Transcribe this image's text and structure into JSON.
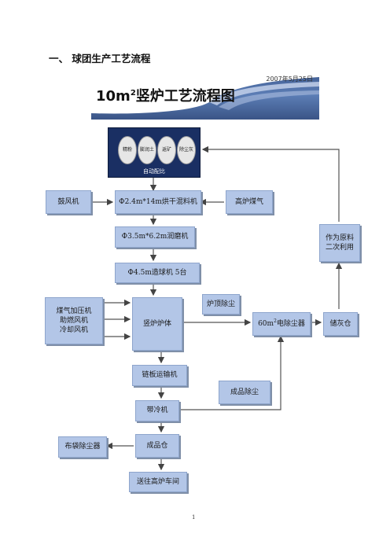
{
  "heading": "一、   球团生产工艺流程",
  "banner": {
    "date": "2007年5月25日",
    "title_base": "10m",
    "title_sup": "2",
    "title_rest": "竖炉工艺流程图"
  },
  "batching": {
    "ovals": [
      "精粉",
      "膨润土",
      "返矿",
      "除尘灰"
    ],
    "caption": "自动配比"
  },
  "nodes": {
    "blower": "鼓风机",
    "dryer": "Ф2.4m*14m烘干混料机",
    "bf_gas": "高炉煤气",
    "mill": "Ф3.5m*6.2m润磨机",
    "pelletizer": "Ф4.5m造球机    5台",
    "fans": [
      "煤气加压机",
      "助燃风机",
      "冷却风机"
    ],
    "shaft": "竖炉炉体",
    "top_dust": "炉顶除尘",
    "esp_base": "60m",
    "esp_sup": "2",
    "esp_rest": "电除尘器",
    "ash_bin": "储灰仓",
    "reuse": [
      "作为原料",
      "二次利用"
    ],
    "chain": "链板运输机",
    "product_dust": "成品除尘",
    "belt_cooler": "带冷机",
    "bag_filter": "布袋除尘器",
    "product_bin": "成品仓",
    "to_bf": "送往高炉车间"
  },
  "page_number": "1"
}
